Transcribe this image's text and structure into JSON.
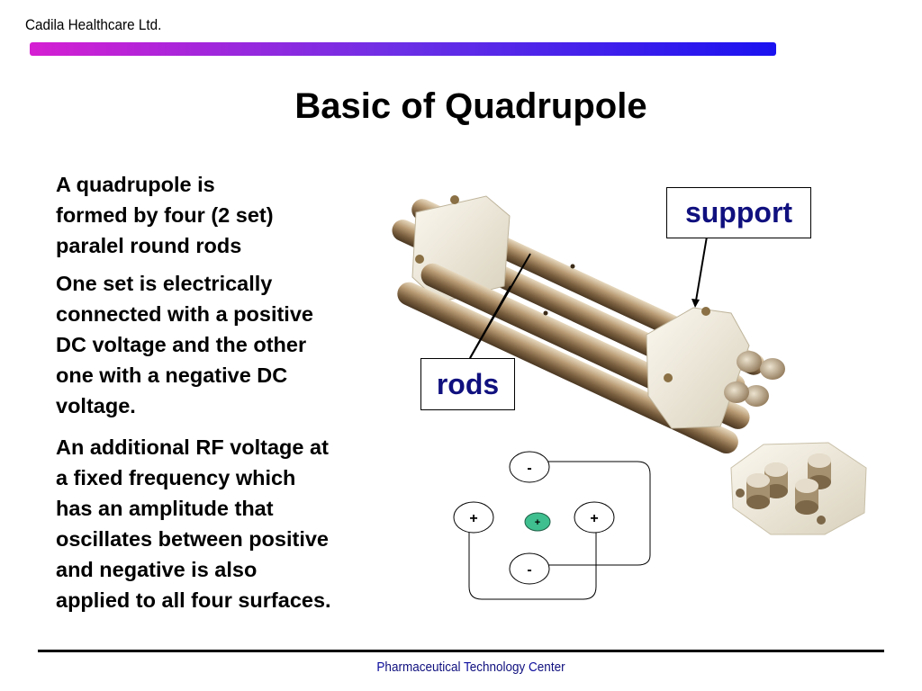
{
  "header": {
    "company": "Cadila Healthcare Ltd.",
    "gradient_colors": [
      "#d51fd2",
      "#6b2fe6",
      "#1a12f0"
    ]
  },
  "slide": {
    "title": "Basic of Quadrupole",
    "paragraphs": [
      {
        "lines": [
          "A quadrupole is",
          "formed by four (2 set)",
          "paralel round rods"
        ]
      },
      {
        "lines": [
          "One set is electrically",
          "connected with a positive",
          "DC voltage and the other",
          "one with a negative DC",
          "voltage."
        ]
      },
      {
        "lines": [
          "An additional RF voltage at",
          "a fixed frequency which",
          "has an amplitude that",
          "oscillates between positive",
          "and negative is also",
          "applied to all four surfaces."
        ]
      }
    ]
  },
  "figure": {
    "callouts": {
      "support": "support",
      "rods": "rods"
    },
    "circuit": {
      "top": "-",
      "bottom": "-",
      "left": "+",
      "right": "+",
      "center": "+",
      "center_color": "#3fbf8f"
    }
  },
  "footer": {
    "text_parts": [
      "P",
      "harmaceutical ",
      "T",
      "echnology ",
      "C",
      "enter"
    ],
    "rule_color": "#000000"
  }
}
